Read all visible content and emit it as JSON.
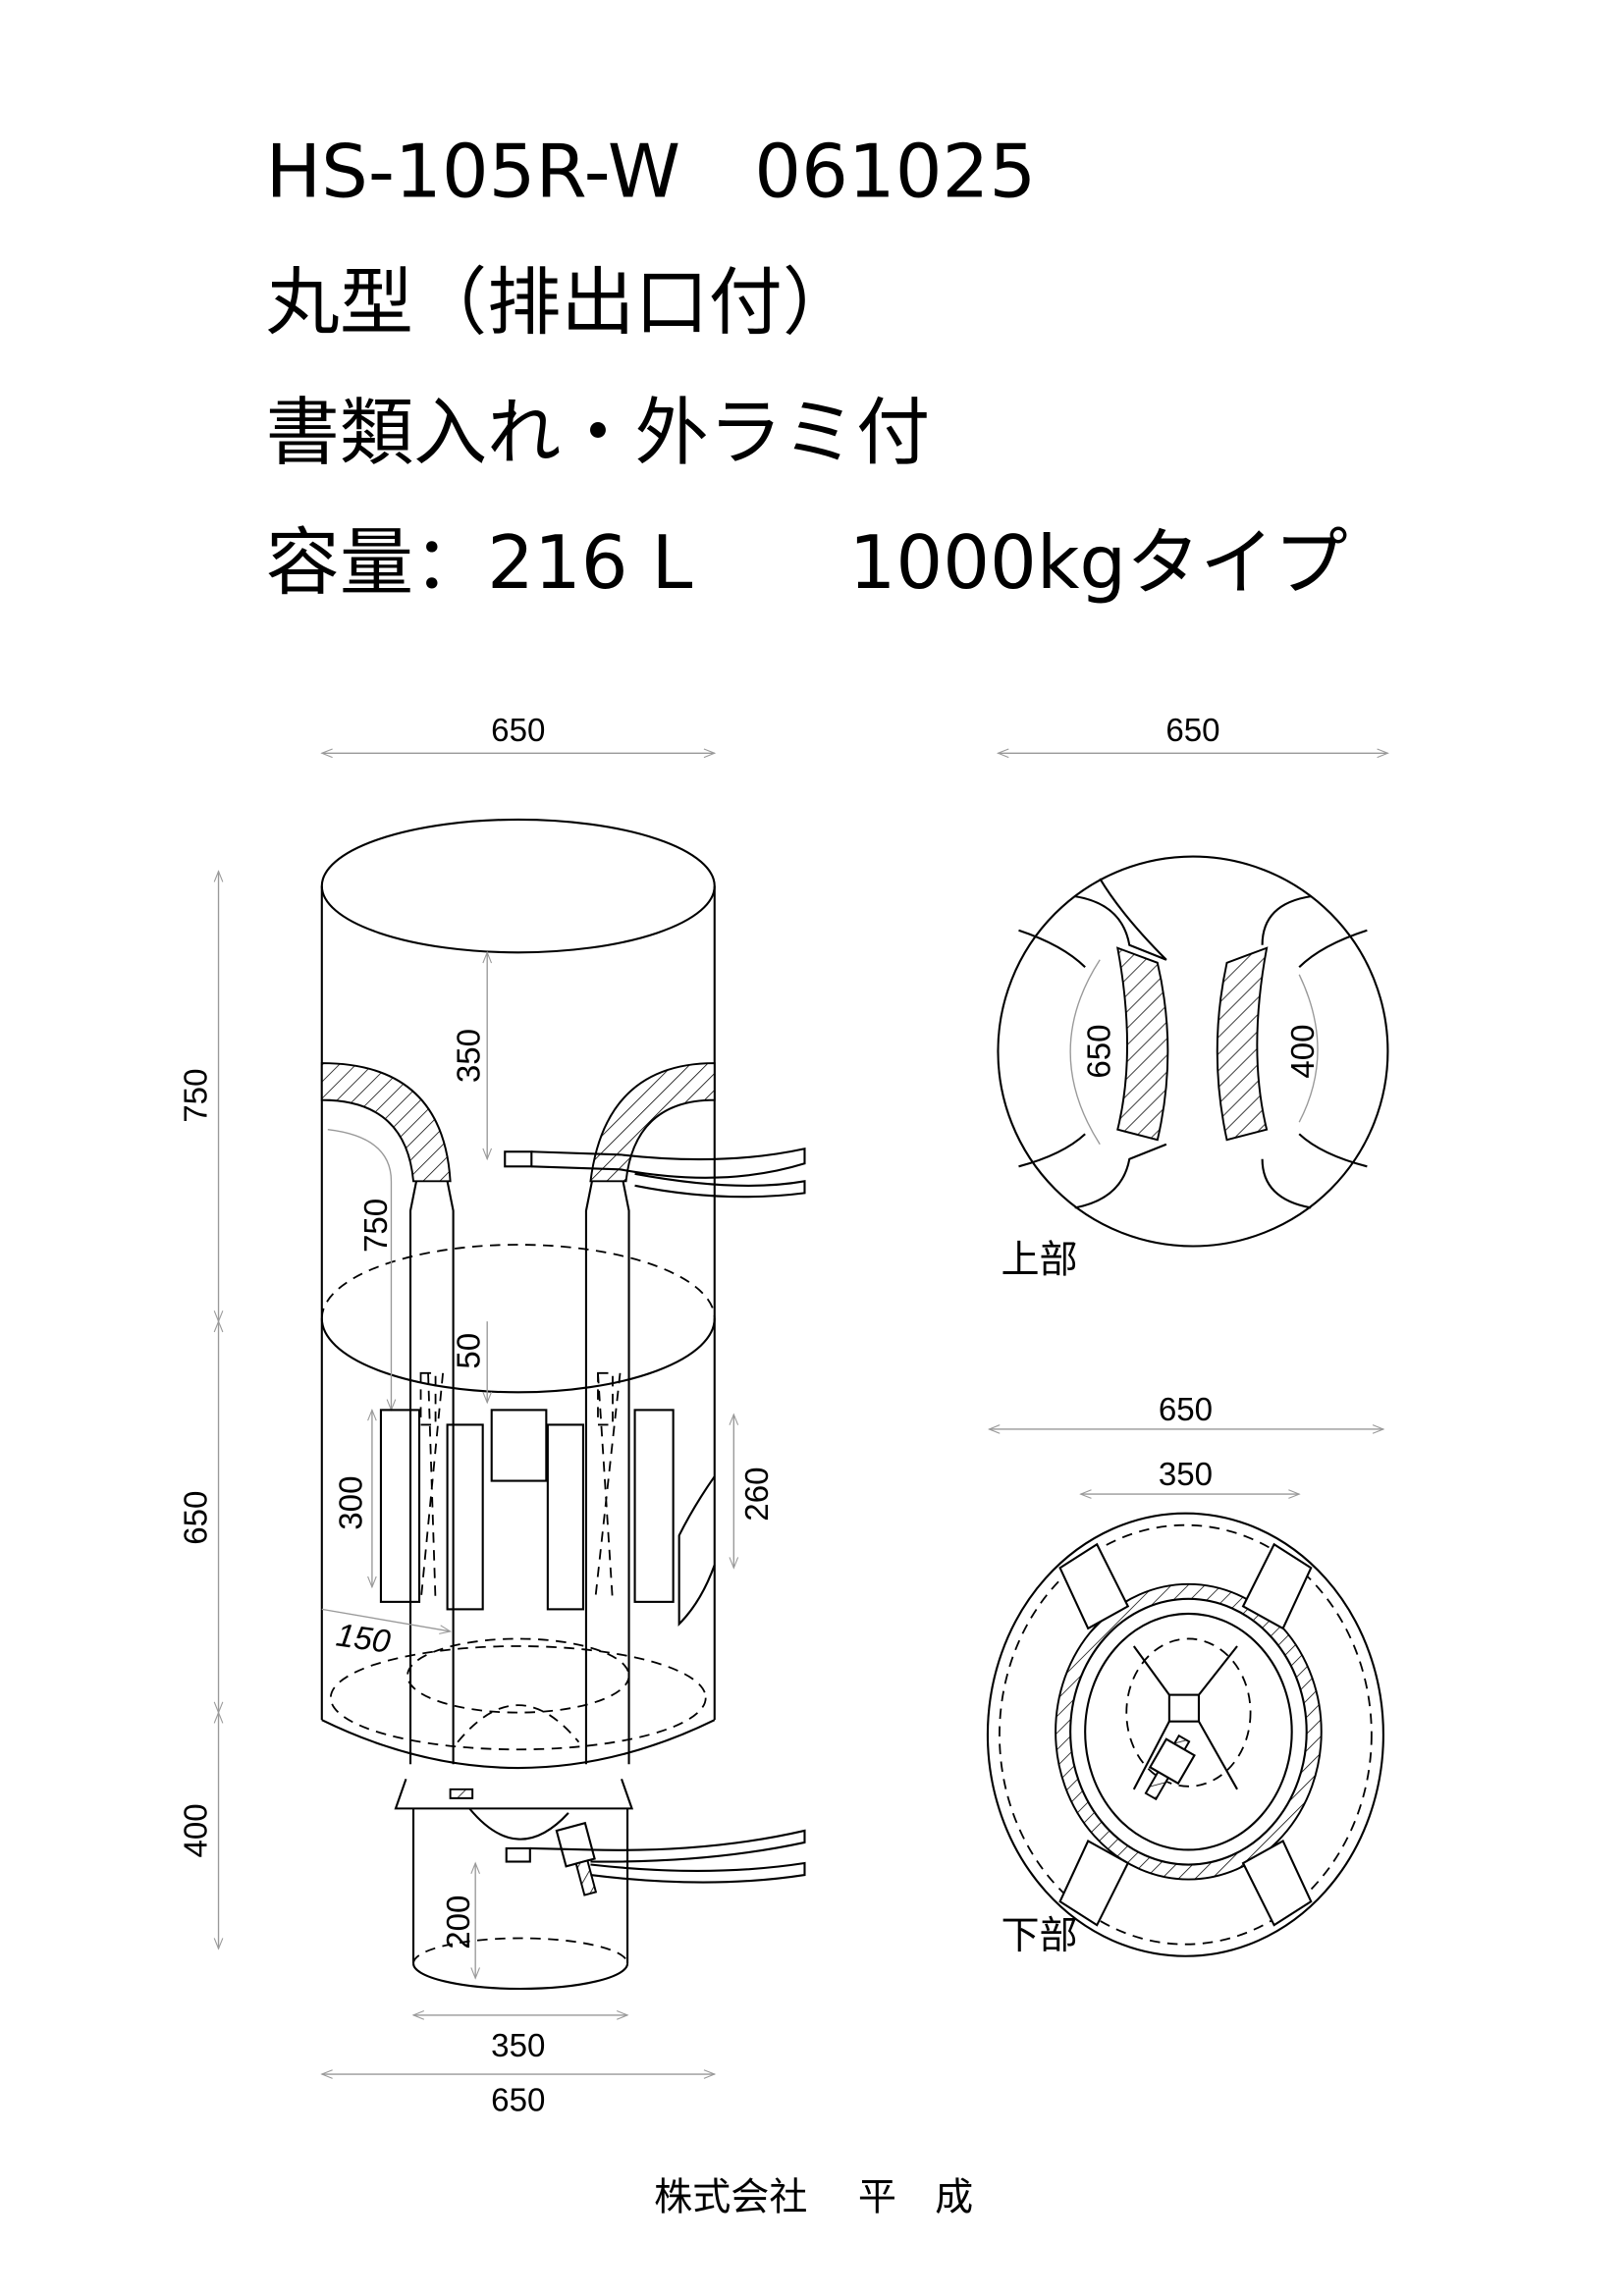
{
  "header": {
    "line1": "HS-105R-W　061025",
    "line2": "丸型（排出口付）",
    "line3": "書類入れ・外ラミ付",
    "line4_capacity": "容量：216 L",
    "line4_type": "1000kgタイプ"
  },
  "side_view": {
    "top_width": "650",
    "height_top": "750",
    "height_mid": "650",
    "height_spout": "400",
    "loop_drop": "350",
    "loop_length": "750",
    "offset": "50",
    "pocket_height": "300",
    "side_pocket_height": "260",
    "angle_dim": "150",
    "spout_length": "200",
    "spout_width": "350",
    "bottom_width": "650"
  },
  "top_view": {
    "label": "上部",
    "width": "650",
    "loop_span_left": "650",
    "loop_span_right": "400"
  },
  "bottom_view": {
    "label": "下部",
    "width": "650",
    "spout_width": "350"
  },
  "footer": {
    "company": "株式会社　 平　成"
  }
}
